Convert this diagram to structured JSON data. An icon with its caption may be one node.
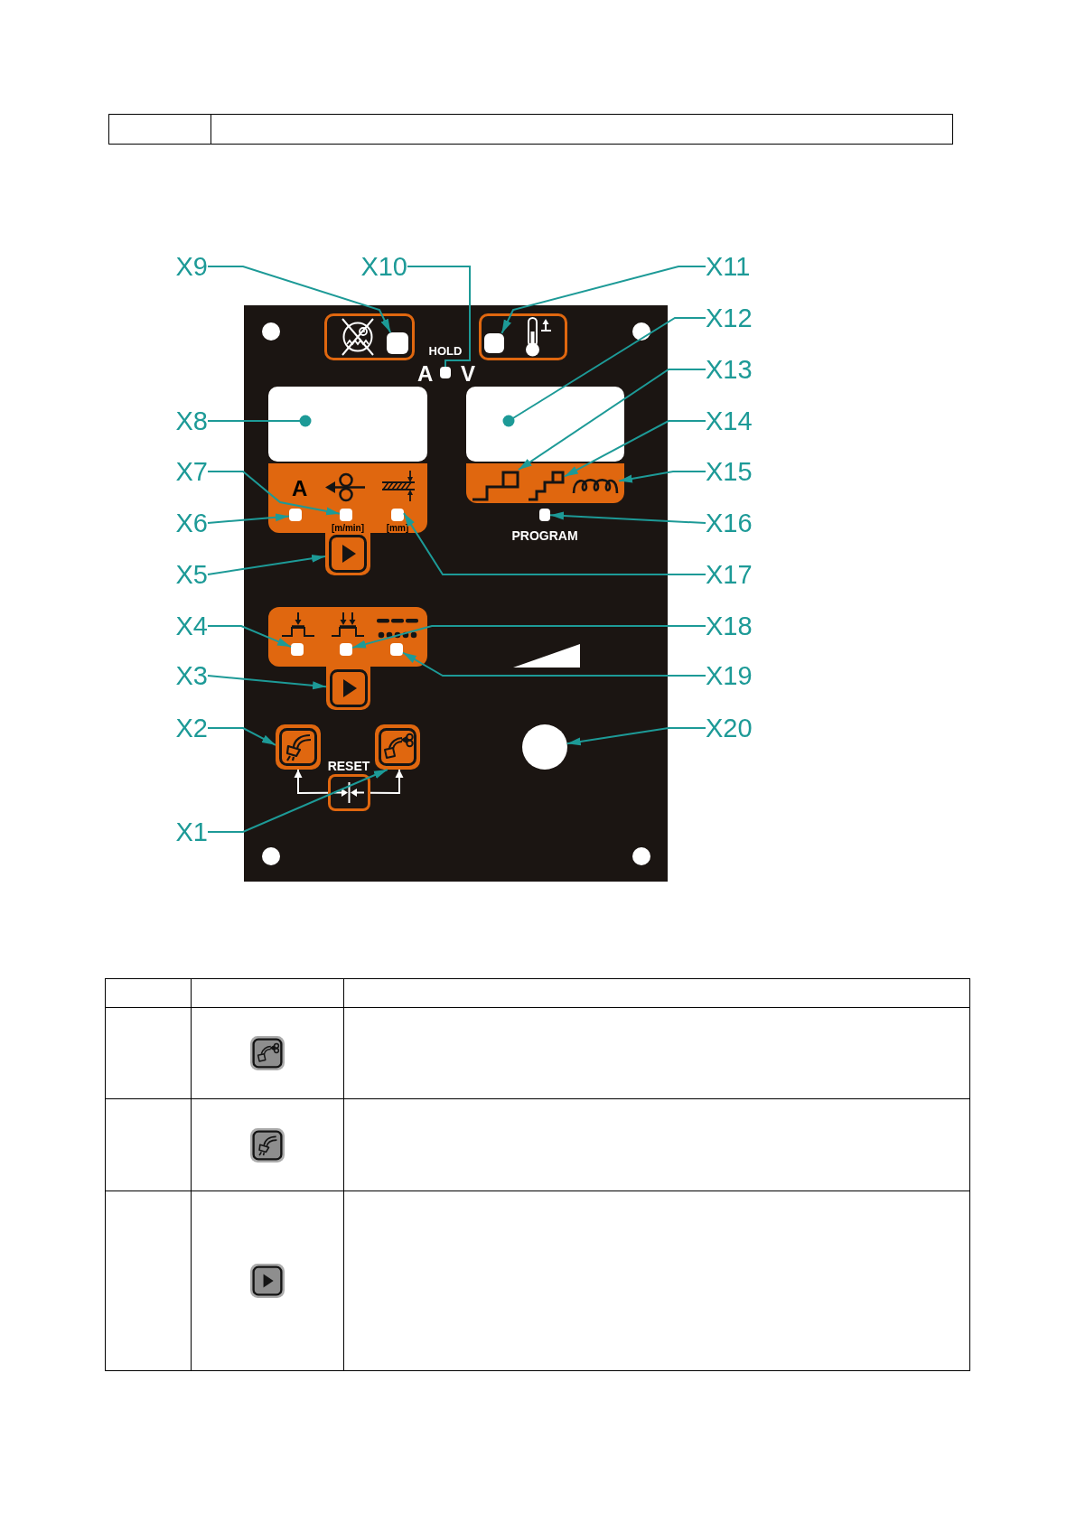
{
  "diagram": {
    "nodes": [
      {
        "text": [
          "X9"
        ]
      },
      {
        "text": [
          "X10"
        ]
      },
      {
        "text": [
          "X11"
        ]
      },
      {
        "text": [
          "X12"
        ]
      },
      {
        "text": [
          "X13"
        ]
      },
      {
        "text": [
          "X8"
        ]
      },
      {
        "text": [
          "X14"
        ]
      },
      {
        "text": [
          "X7"
        ]
      },
      {
        "text": [
          "X15"
        ]
      },
      {
        "text": [
          "X6"
        ]
      },
      {
        "text": [
          "X16"
        ]
      },
      {
        "text": [
          "X5"
        ]
      },
      {
        "text": [
          "X17"
        ]
      },
      {
        "text": [
          "X4"
        ]
      },
      {
        "text": [
          "X18"
        ]
      },
      {
        "text": [
          "X3"
        ]
      },
      {
        "text": [
          "X19"
        ]
      },
      {
        "text": [
          "X2"
        ]
      },
      {
        "text": [
          "X20"
        ]
      },
      {
        "text": [
          "X1"
        ]
      },
      {
        "text": [],
        "shape": "box"
      },
      {
        "text": [],
        "shape": "box",
        "in": 20
      },
      {
        "text": [],
        "shape": "box",
        "in": 21
      },
      {
        "text": [],
        "shape": "box",
        "in": 20,
        "beside": [
          "HOLD",
          "A",
          "V"
        ]
      },
      {
        "text": [],
        "shape": "box",
        "in": 20
      },
      {
        "text": [],
        "shape": "box",
        "in": 24
      },
      {
        "text": [],
        "shape": "box",
        "in": 20
      },
      {
        "text": [],
        "shape": "box",
        "in": 20
      },
      {
        "text": [
          "A",
          "[m/min]",
          "[mm]"
        ],
        "in": 20
      },
      {
        "text": [],
        "shape": "box",
        "in": 28
      },
      {
        "text": [],
        "shape": "box",
        "in": 28
      },
      {
        "text": [],
        "shape": "box",
        "in": 28
      },
      {
        "text": [],
        "shape": "box",
        "in": 20
      },
      {
        "text": [],
        "shape": "picture",
        "in": 32
      },
      {
        "text": [],
        "shape": "picture",
        "in": 32
      },
      {
        "text": [],
        "shape": "picture",
        "in": 32
      },
      {
        "text": [],
        "shape": "box",
        "in": 20,
        "beside": [
          "PROGRAM"
        ]
      },
      {
        "text": [],
        "shape": "box",
        "in": 20
      },
      {
        "text": [],
        "shape": "box",
        "in": 20
      },
      {
        "text": [],
        "shape": "box",
        "in": 38
      },
      {
        "text": [],
        "shape": "box",
        "in": 38
      },
      {
        "text": [],
        "shape": "box",
        "in": 38
      },
      {
        "text": [],
        "shape": "box",
        "in": 20
      },
      {
        "text": [],
        "shape": "box",
        "in": 20
      },
      {
        "text": [],
        "shape": "box",
        "in": 20,
        "beside": [
          "RESET"
        ]
      },
      {
        "text": [],
        "shape": "box",
        "in": 20
      },
      {
        "text": [],
        "shape": "circle",
        "in": 20
      }
    ],
    "edges": [
      {
        "from": 0,
        "to": 22,
        "arrow": "to"
      },
      {
        "from": 1,
        "to": 23,
        "arrow": "none"
      },
      {
        "from": 2,
        "to": 25,
        "arrow": "to"
      },
      {
        "from": 3,
        "to": 27,
        "arrow": "other"
      },
      {
        "from": 4,
        "to": 33,
        "arrow": "to"
      },
      {
        "from": 5,
        "to": 26,
        "arrow": "other"
      },
      {
        "from": 6,
        "to": 34,
        "arrow": "to"
      },
      {
        "from": 7,
        "to": 30,
        "arrow": "to"
      },
      {
        "from": 8,
        "to": 35,
        "arrow": "to"
      },
      {
        "from": 9,
        "to": 29,
        "arrow": "to"
      },
      {
        "from": 10,
        "to": 36,
        "arrow": "to"
      },
      {
        "from": 11,
        "to": 37,
        "arrow": "to"
      },
      {
        "from": 12,
        "to": 31,
        "arrow": "to"
      },
      {
        "from": 13,
        "to": 39,
        "arrow": "to"
      },
      {
        "from": 14,
        "to": 40,
        "arrow": "to"
      },
      {
        "from": 15,
        "to": 42,
        "arrow": "to"
      },
      {
        "from": 16,
        "to": 41,
        "arrow": "to"
      },
      {
        "from": 17,
        "to": 43,
        "arrow": "to"
      },
      {
        "from": 18,
        "to": 46,
        "arrow": "to"
      },
      {
        "from": 19,
        "to": 45,
        "arrow": "to"
      },
      {
        "from": 44,
        "to": 43,
        "arrow": "to",
        "color": "#ffffff"
      },
      {
        "from": 44,
        "to": 45,
        "arrow": "to",
        "color": "#ffffff"
      }
    ]
  }
}
